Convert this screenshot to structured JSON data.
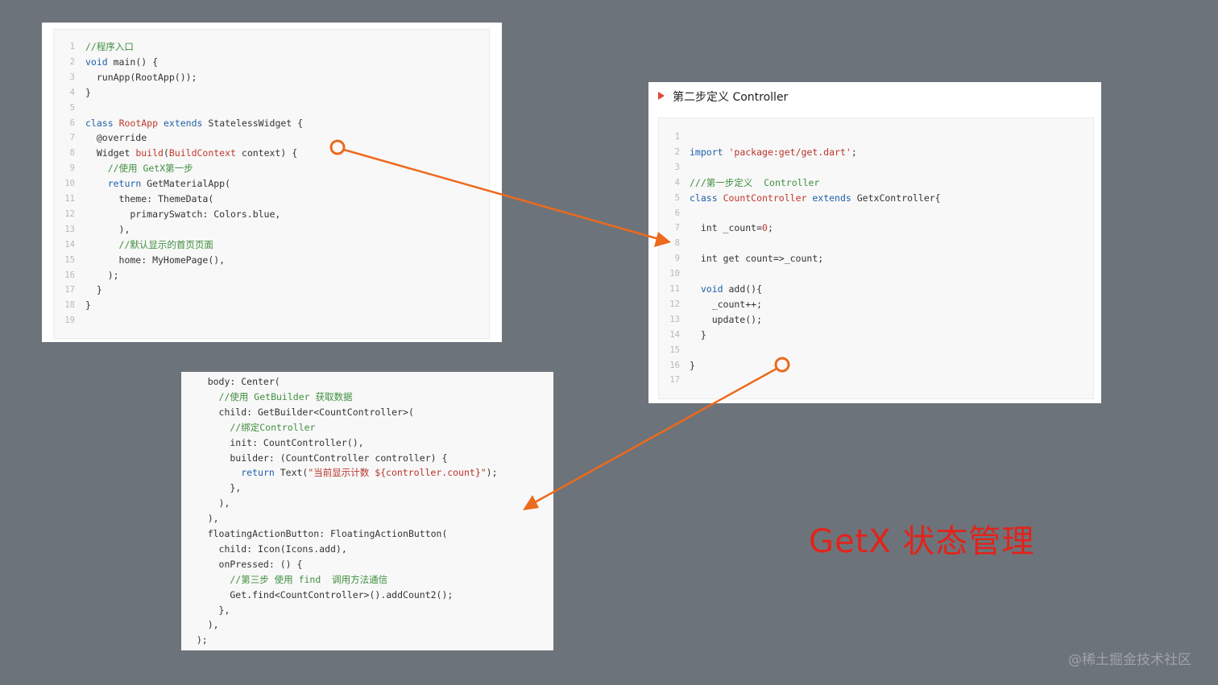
{
  "colors": {
    "background": "#6d737a",
    "arrow": "#ec6a1c",
    "headline": "#e2231a"
  },
  "snippet1": {
    "lines": [
      {
        "n": "1",
        "tokens": [
          {
            "t": "//程序入口",
            "c": "com"
          }
        ]
      },
      {
        "n": "2",
        "tokens": [
          {
            "t": "void",
            "c": "kw"
          },
          {
            "t": " main() {",
            "c": "plain"
          }
        ]
      },
      {
        "n": "3",
        "tokens": [
          {
            "t": "  runApp(RootApp());",
            "c": "plain"
          }
        ]
      },
      {
        "n": "4",
        "tokens": [
          {
            "t": "}",
            "c": "plain"
          }
        ]
      },
      {
        "n": "5",
        "tokens": []
      },
      {
        "n": "6",
        "tokens": [
          {
            "t": "class",
            "c": "kw"
          },
          {
            "t": " ",
            "c": "plain"
          },
          {
            "t": "RootApp",
            "c": "type"
          },
          {
            "t": " ",
            "c": "plain"
          },
          {
            "t": "extends",
            "c": "kw"
          },
          {
            "t": " StatelessWidget {",
            "c": "plain"
          }
        ]
      },
      {
        "n": "7",
        "tokens": [
          {
            "t": "  @override",
            "c": "plain"
          }
        ]
      },
      {
        "n": "8",
        "tokens": [
          {
            "t": "  Widget ",
            "c": "plain"
          },
          {
            "t": "build",
            "c": "type"
          },
          {
            "t": "(",
            "c": "plain"
          },
          {
            "t": "BuildContext",
            "c": "type"
          },
          {
            "t": " context) {",
            "c": "plain"
          }
        ]
      },
      {
        "n": "9",
        "tokens": [
          {
            "t": "    //使用 GetX第一步",
            "c": "com"
          }
        ]
      },
      {
        "n": "10",
        "tokens": [
          {
            "t": "    ",
            "c": "plain"
          },
          {
            "t": "return",
            "c": "kw"
          },
          {
            "t": " GetMaterialApp(",
            "c": "plain"
          }
        ]
      },
      {
        "n": "11",
        "tokens": [
          {
            "t": "      theme: ThemeData(",
            "c": "plain"
          }
        ]
      },
      {
        "n": "12",
        "tokens": [
          {
            "t": "        primarySwatch: Colors.blue,",
            "c": "plain"
          }
        ]
      },
      {
        "n": "13",
        "tokens": [
          {
            "t": "      ),",
            "c": "plain"
          }
        ]
      },
      {
        "n": "14",
        "tokens": [
          {
            "t": "      //默认显示的首页页面",
            "c": "com"
          }
        ]
      },
      {
        "n": "15",
        "tokens": [
          {
            "t": "      home: MyHomePage(),",
            "c": "plain"
          }
        ]
      },
      {
        "n": "16",
        "tokens": [
          {
            "t": "    );",
            "c": "plain"
          }
        ]
      },
      {
        "n": "17",
        "tokens": [
          {
            "t": "  }",
            "c": "plain"
          }
        ]
      },
      {
        "n": "18",
        "tokens": [
          {
            "t": "}",
            "c": "plain"
          }
        ]
      },
      {
        "n": "19",
        "tokens": []
      }
    ]
  },
  "snippet2": {
    "title": "第二步定义 Controller",
    "lines": [
      {
        "n": "1",
        "tokens": []
      },
      {
        "n": "2",
        "tokens": [
          {
            "t": "import",
            "c": "kw"
          },
          {
            "t": " ",
            "c": "plain"
          },
          {
            "t": "'package:get/get.dart'",
            "c": "str"
          },
          {
            "t": ";",
            "c": "plain"
          }
        ]
      },
      {
        "n": "3",
        "tokens": []
      },
      {
        "n": "4",
        "tokens": [
          {
            "t": "///第一步定义  Controller",
            "c": "com"
          }
        ]
      },
      {
        "n": "5",
        "tokens": [
          {
            "t": "class",
            "c": "kw"
          },
          {
            "t": " ",
            "c": "plain"
          },
          {
            "t": "CountController",
            "c": "type"
          },
          {
            "t": " ",
            "c": "plain"
          },
          {
            "t": "extends",
            "c": "kw"
          },
          {
            "t": " GetxController{",
            "c": "plain"
          }
        ]
      },
      {
        "n": "6",
        "tokens": []
      },
      {
        "n": "7",
        "tokens": [
          {
            "t": "  int _count=",
            "c": "plain"
          },
          {
            "t": "0",
            "c": "num"
          },
          {
            "t": ";",
            "c": "plain"
          }
        ]
      },
      {
        "n": "8",
        "tokens": []
      },
      {
        "n": "9",
        "tokens": [
          {
            "t": "  int get count=>_count;",
            "c": "plain"
          }
        ]
      },
      {
        "n": "10",
        "tokens": []
      },
      {
        "n": "11",
        "tokens": [
          {
            "t": "  ",
            "c": "plain"
          },
          {
            "t": "void",
            "c": "kw"
          },
          {
            "t": " add(){",
            "c": "plain"
          }
        ]
      },
      {
        "n": "12",
        "tokens": [
          {
            "t": "    _count++;",
            "c": "plain"
          }
        ]
      },
      {
        "n": "13",
        "tokens": [
          {
            "t": "    update();",
            "c": "plain"
          }
        ]
      },
      {
        "n": "14",
        "tokens": [
          {
            "t": "  }",
            "c": "plain"
          }
        ]
      },
      {
        "n": "15",
        "tokens": []
      },
      {
        "n": "16",
        "tokens": [
          {
            "t": "}",
            "c": "plain"
          }
        ]
      },
      {
        "n": "17",
        "tokens": []
      }
    ]
  },
  "snippet3": {
    "lines": [
      {
        "tokens": [
          {
            "t": "    body: Center(",
            "c": "plain"
          }
        ]
      },
      {
        "tokens": [
          {
            "t": "      //使用 GetBuilder 获取数据",
            "c": "com"
          }
        ]
      },
      {
        "tokens": [
          {
            "t": "      child: GetBuilder<CountController>(",
            "c": "plain"
          }
        ]
      },
      {
        "tokens": [
          {
            "t": "        //绑定Controller",
            "c": "com"
          }
        ]
      },
      {
        "tokens": [
          {
            "t": "        init: CountController(),",
            "c": "plain"
          }
        ]
      },
      {
        "tokens": [
          {
            "t": "        builder: (CountController controller) {",
            "c": "plain"
          }
        ]
      },
      {
        "tokens": [
          {
            "t": "          ",
            "c": "plain"
          },
          {
            "t": "return",
            "c": "kw"
          },
          {
            "t": " Text(",
            "c": "plain"
          },
          {
            "t": "\"当前显示计数 ${controller.count}\"",
            "c": "str"
          },
          {
            "t": ");",
            "c": "plain"
          }
        ]
      },
      {
        "tokens": [
          {
            "t": "        },",
            "c": "plain"
          }
        ]
      },
      {
        "tokens": [
          {
            "t": "      ),",
            "c": "plain"
          }
        ]
      },
      {
        "tokens": [
          {
            "t": "    ),",
            "c": "plain"
          }
        ]
      },
      {
        "tokens": [
          {
            "t": "    floatingActionButton: FloatingActionButton(",
            "c": "plain"
          }
        ]
      },
      {
        "tokens": [
          {
            "t": "      child: Icon(Icons.add),",
            "c": "plain"
          }
        ]
      },
      {
        "tokens": [
          {
            "t": "      onPressed: () {",
            "c": "plain"
          }
        ]
      },
      {
        "tokens": [
          {
            "t": "        //第三步 使用 find  调用方法通信",
            "c": "com"
          }
        ]
      },
      {
        "tokens": [
          {
            "t": "        Get.find<CountController>().addCount2();",
            "c": "plain"
          }
        ]
      },
      {
        "tokens": [
          {
            "t": "      },",
            "c": "plain"
          }
        ]
      },
      {
        "tokens": [
          {
            "t": "    ),",
            "c": "plain"
          }
        ]
      },
      {
        "tokens": [
          {
            "t": "  );",
            "c": "plain"
          }
        ]
      }
    ]
  },
  "headline": "GetX 状态管理",
  "watermark": "@稀土掘金技术社区"
}
